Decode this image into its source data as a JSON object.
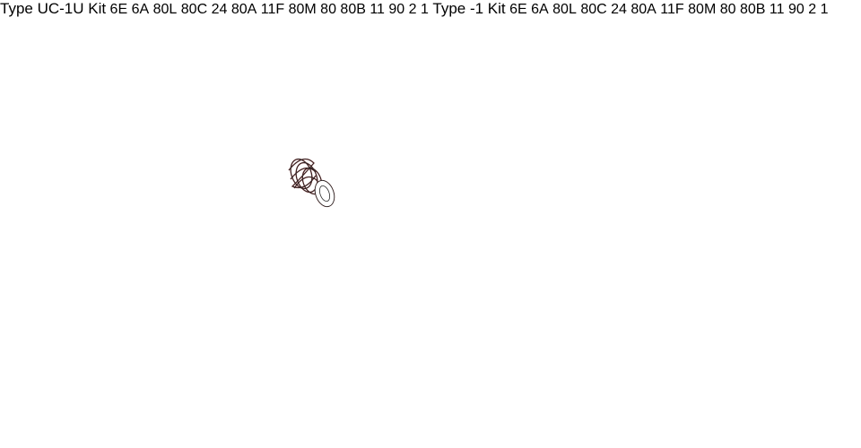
{
  "diagrams": [
    {
      "title": "Type UC-1U Kit",
      "labels": {
        "p6E": "6E",
        "p6A": "6A",
        "p80L": "80L",
        "p80C": "80C",
        "p24": "24",
        "p80A": "80A",
        "p11F": "11F",
        "p80M": "80M",
        "p80": "80",
        "p80B": "80B",
        "p11": "11",
        "p90": "90",
        "p2": "2",
        "p1": "1"
      },
      "kit_parts": [
        "24",
        "80C",
        "80A",
        "80",
        "80B",
        "90"
      ]
    },
    {
      "title": "Type -1 Kit",
      "labels": {
        "p6E": "6E",
        "p6A": "6A",
        "p80L": "80L",
        "p80C": "80C",
        "p24": "24",
        "p80A": "80A",
        "p11F": "11F",
        "p80M": "80M",
        "p80": "80",
        "p80B": "80B",
        "p11": "11",
        "p90": "90",
        "p2": "2",
        "p1": "1"
      },
      "kit_parts": [
        "24",
        "80",
        "80B",
        "90"
      ]
    }
  ],
  "colors": {
    "kit_highlight": "#7a1f1f",
    "label_grey": "#8c8c8c",
    "line": "#2a2a2a"
  }
}
